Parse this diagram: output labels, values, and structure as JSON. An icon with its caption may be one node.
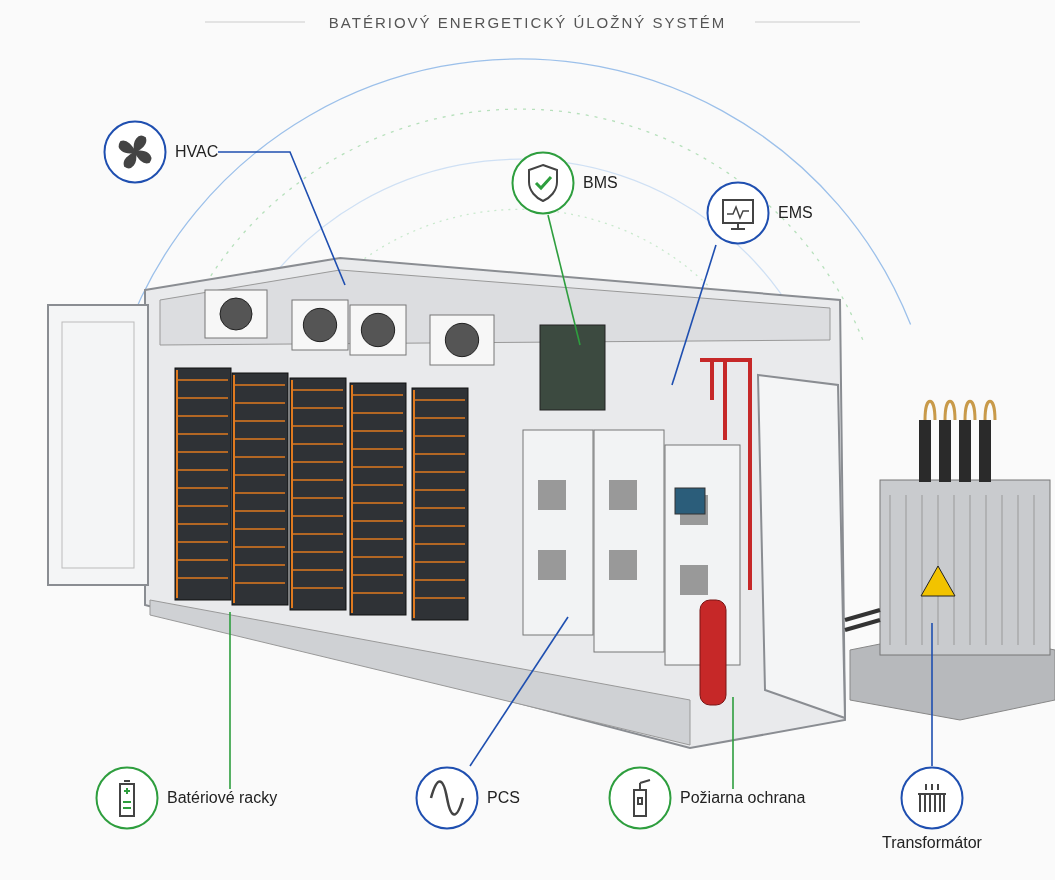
{
  "diagram": {
    "title": "BATÉRIOVÝ ENERGETICKÝ ÚLOŽNÝ SYSTÉM",
    "nodes": [
      {
        "text": [
          "HVAC"
        ]
      },
      {
        "text": [
          "BMS"
        ]
      },
      {
        "text": [
          "EMS"
        ]
      },
      {
        "text": [
          "Batériové racky"
        ]
      },
      {
        "text": [
          "PCS"
        ]
      },
      {
        "text": [
          "Požiarna ochrana"
        ]
      },
      {
        "text": [
          "Transformátor"
        ]
      }
    ],
    "edges": [
      {
        "from": 0,
        "to": null,
        "arrow": "none"
      },
      {
        "from": 1,
        "to": null,
        "arrow": "none",
        "color": "#2e9e3e"
      },
      {
        "from": 2,
        "to": null,
        "arrow": "none"
      },
      {
        "from": 3,
        "to": null,
        "arrow": "none",
        "color": "#2e9e3e"
      },
      {
        "from": 4,
        "to": null,
        "arrow": "none"
      },
      {
        "from": 5,
        "to": null,
        "arrow": "none",
        "color": "#2e9e3e"
      },
      {
        "from": 6,
        "to": null,
        "arrow": "none"
      }
    ]
  }
}
